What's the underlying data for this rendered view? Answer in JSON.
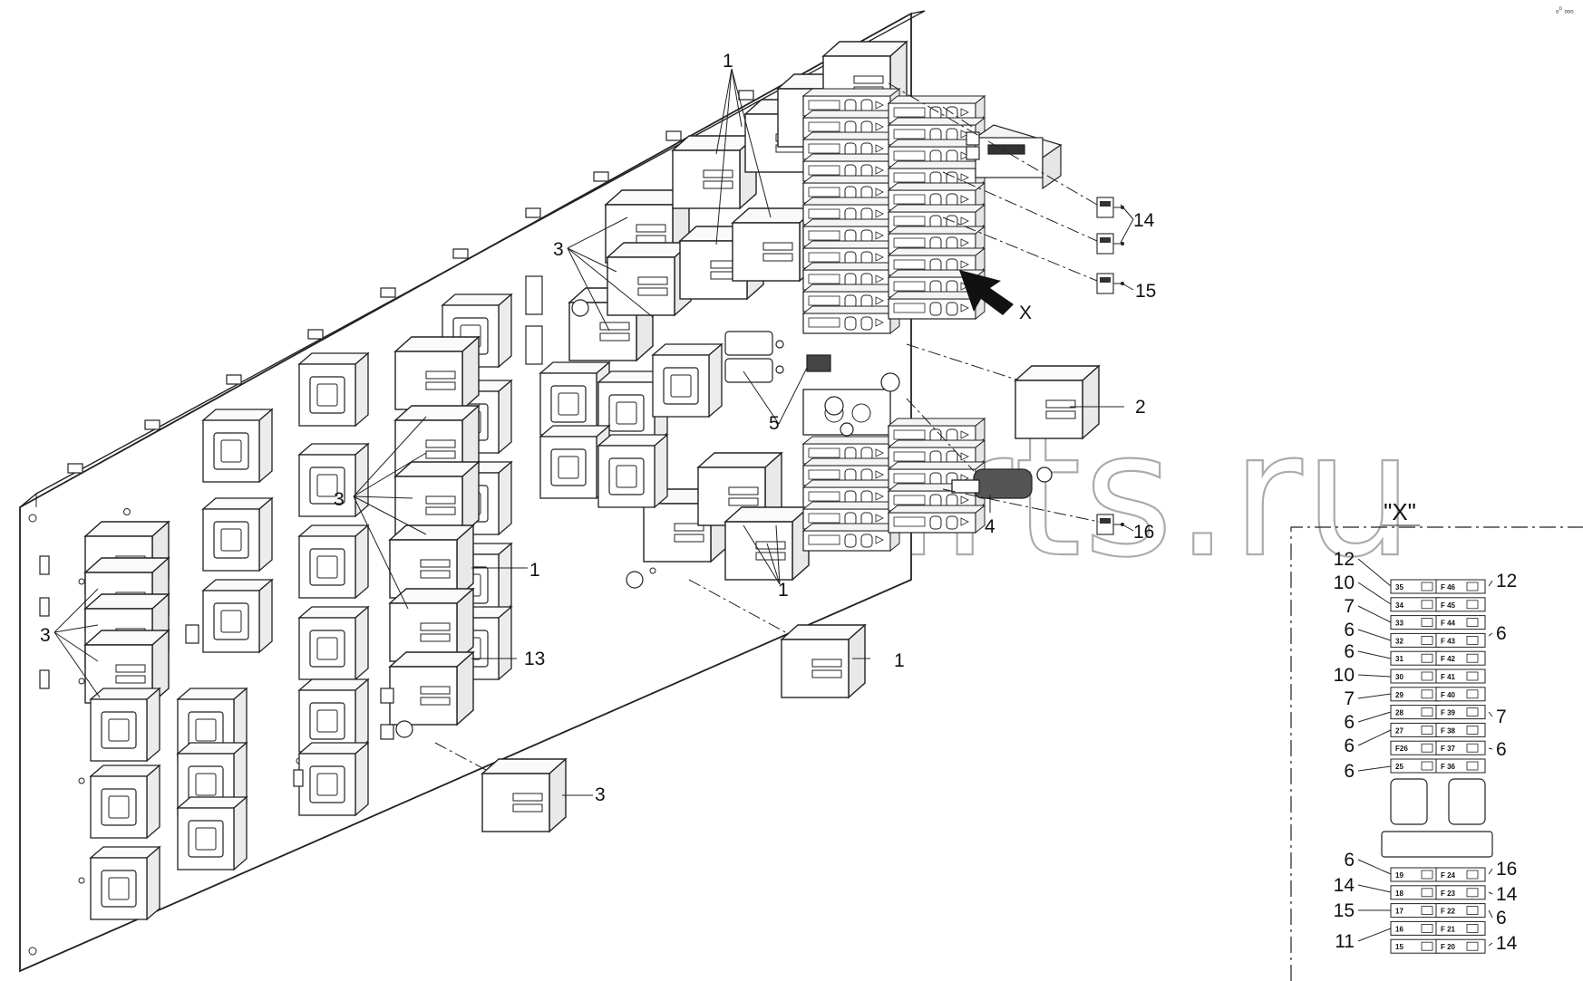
{
  "watermark": "ansat-parts.ru",
  "corner_mark": "ₒ⁰ ₒₒₒ",
  "view_label": "\"X\"",
  "arrow_label": "X",
  "callouts": [
    {
      "id": "c1-top",
      "text": "1"
    },
    {
      "id": "c1-mid",
      "text": "1"
    },
    {
      "id": "c1-low",
      "text": "1"
    },
    {
      "id": "c1-relay",
      "text": "1"
    },
    {
      "id": "c2",
      "text": "2"
    },
    {
      "id": "c3-top",
      "text": "3"
    },
    {
      "id": "c3-center",
      "text": "3"
    },
    {
      "id": "c3-left",
      "text": "3"
    },
    {
      "id": "c3-bottom",
      "text": "3"
    },
    {
      "id": "c4",
      "text": "4"
    },
    {
      "id": "c5",
      "text": "5"
    },
    {
      "id": "c13",
      "text": "13"
    },
    {
      "id": "c14",
      "text": "14"
    },
    {
      "id": "c15",
      "text": "15"
    },
    {
      "id": "c16",
      "text": "16"
    }
  ],
  "fuses_left_upper": [
    "35",
    "34",
    "33",
    "32",
    "31",
    "30",
    "29",
    "28",
    "27",
    "F26",
    "25"
  ],
  "fuses_right_upper": [
    "F 46",
    "F 45",
    "F 44",
    "F 43",
    "F 42",
    "F 41",
    "F 40",
    "F 39",
    "F 38",
    "F 37",
    "F 36"
  ],
  "fuses_left_lower": [
    "19",
    "18",
    "17",
    "16",
    "15"
  ],
  "fuses_right_lower": [
    "F 24",
    "F 23",
    "F 22",
    "F 21",
    "F 20"
  ],
  "view_callouts_left_upper": [
    "12",
    "10",
    "7",
    "6",
    "6",
    "10",
    "7",
    "6",
    "6",
    "6"
  ],
  "view_callouts_right_upper": [
    "12",
    "6",
    "7",
    "6"
  ],
  "view_callouts_left_lower": [
    "6",
    "14",
    "15",
    "11"
  ],
  "view_callouts_right_lower": [
    "16",
    "14",
    "6",
    "14"
  ]
}
